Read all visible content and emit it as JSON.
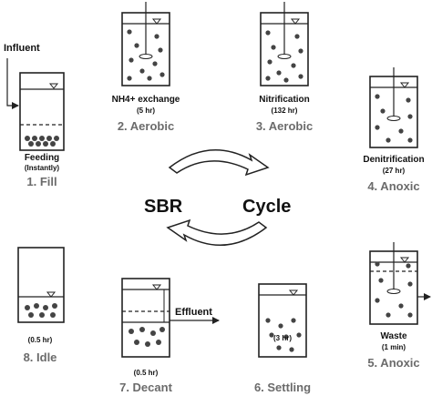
{
  "diagram": {
    "center": {
      "left": "SBR",
      "right": "Cycle"
    },
    "flows": {
      "influent": "Influent",
      "effluent": "Effluent"
    },
    "stages": [
      {
        "id": "fill",
        "name": "1. Fill",
        "label": "Feeding",
        "detail": "(Instantly)"
      },
      {
        "id": "aerobic_1",
        "name": "2. Aerobic",
        "label": "NH4+ exchange",
        "detail": "(5 hr)"
      },
      {
        "id": "aerobic_2",
        "name": "3. Aerobic",
        "label": "Nitrification",
        "detail": "(132 hr)"
      },
      {
        "id": "anoxic_1",
        "name": "4. Anoxic",
        "label": "Denitrification",
        "detail": "(27 hr)"
      },
      {
        "id": "anoxic_2",
        "name": "5. Anoxic",
        "label": "Waste",
        "detail": "(1 min)"
      },
      {
        "id": "settling",
        "name": "6. Settling",
        "label": "",
        "detail": "(3 hr)"
      },
      {
        "id": "decant",
        "name": "7. Decant",
        "label": "",
        "detail": "(0.5 hr)"
      },
      {
        "id": "idle",
        "name": "8. Idle",
        "label": "",
        "detail": "(0.5 hr)"
      }
    ]
  }
}
